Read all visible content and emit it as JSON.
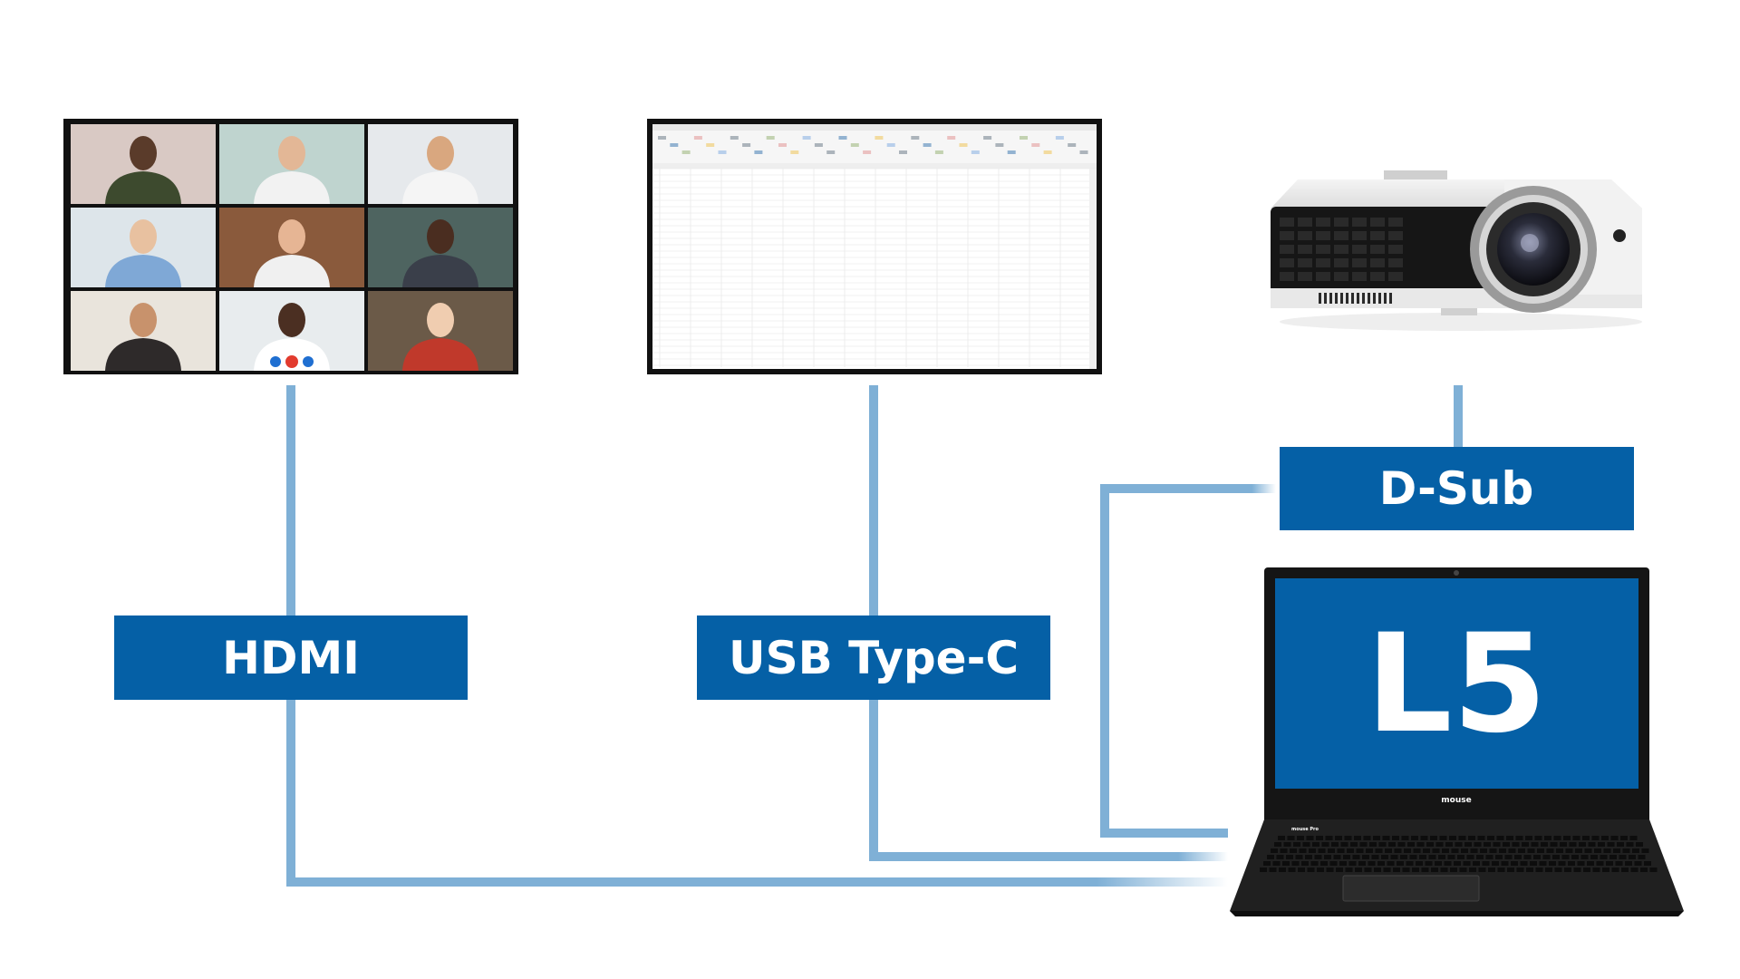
{
  "connections": [
    {
      "id": "hdmi",
      "label": "HDMI",
      "device": "video-conference-monitor"
    },
    {
      "id": "usbc",
      "label": "USB Type-C",
      "device": "spreadsheet-monitor"
    },
    {
      "id": "dsub",
      "label": "D-Sub",
      "device": "projector"
    }
  ],
  "laptop": {
    "model": "L5",
    "brand": "mouse",
    "sub_brand": "mouse Pro"
  },
  "colors": {
    "label_fill": "#0560a6",
    "label_text": "#ffffff",
    "cable": "#7fb0d6",
    "bezel": "#111111",
    "laptop_screen": "#0560a6"
  },
  "icons": {
    "video_conference": "video-call-grid-icon",
    "spreadsheet": "spreadsheet-window-icon",
    "projector": "projector-icon",
    "laptop": "laptop-icon"
  }
}
